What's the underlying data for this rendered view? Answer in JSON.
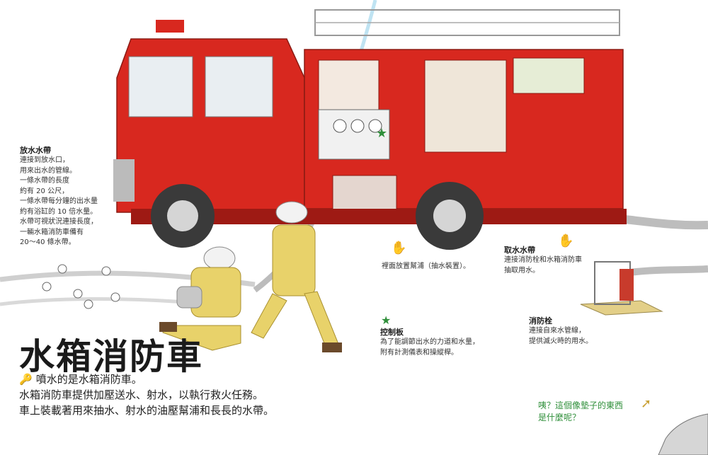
{
  "title": "水箱消防車",
  "subtitle": "噴水的是水箱消防車。",
  "body_lines": [
    "水箱消防車提供加壓送水、射水，以執行救火任務。",
    "車上裝載著用來抽水、射水的油壓幫浦和長長的水帶。"
  ],
  "hose_label": {
    "title": "放水水帶",
    "lines": [
      "連接到放水口，",
      "用來出水的管線。",
      "一條水帶的長度",
      "約有 20 公尺，",
      "一條水帶每分鐘的出水量",
      "約有浴缸的 10 倍水量。",
      "水帶可視狀況連接長度，",
      "一輛水箱消防車備有",
      "20～40 條水帶。"
    ]
  },
  "pump_label": {
    "text": "裡面放置幫浦（抽水裝置）。"
  },
  "intake_label": {
    "title": "取水水帶",
    "lines": [
      "連接消防栓和水箱消防車",
      "抽取用水。"
    ]
  },
  "control_label": {
    "title": "控制板",
    "lines": [
      "為了能調節出水的力道和水量，",
      "附有計測儀表和操縱桿。"
    ]
  },
  "hydrant_label": {
    "title": "消防栓",
    "lines": [
      "連接自來水管線，",
      "提供滅火時的用水。"
    ]
  },
  "question": {
    "lines": [
      "咦？這個像墊子的東西",
      "是什麼呢？"
    ]
  },
  "colors": {
    "truck_red": "#d8281f",
    "dark_red": "#9e1a14",
    "gear_yellow": "#e8d26a",
    "star_green": "#2f8f3a",
    "hose_gray": "#bdbdbd"
  }
}
